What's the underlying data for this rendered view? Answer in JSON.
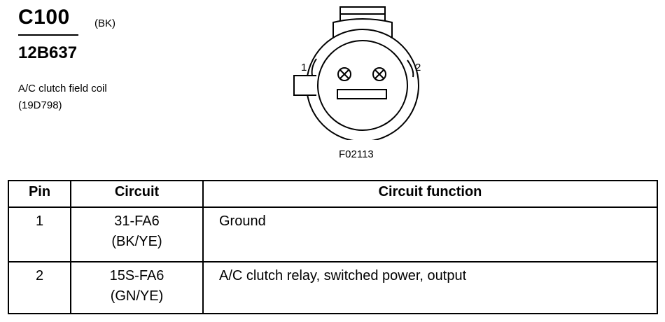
{
  "connector": {
    "id": "C100",
    "color_code": "(BK)",
    "part_number": "12B637",
    "component_name": "A/C clutch field coil",
    "component_code": "(19D798)",
    "pin_labels": [
      "1",
      "2"
    ],
    "figure_id": "F02113"
  },
  "table": {
    "headers": [
      "Pin",
      "Circuit",
      "Circuit function"
    ],
    "rows": [
      {
        "pin": "1",
        "circuit": "31-FA6",
        "wire_color": "(BK/YE)",
        "function": "Ground"
      },
      {
        "pin": "2",
        "circuit": "15S-FA6",
        "wire_color": "(GN/YE)",
        "function": "A/C clutch relay, switched power, output"
      }
    ]
  }
}
